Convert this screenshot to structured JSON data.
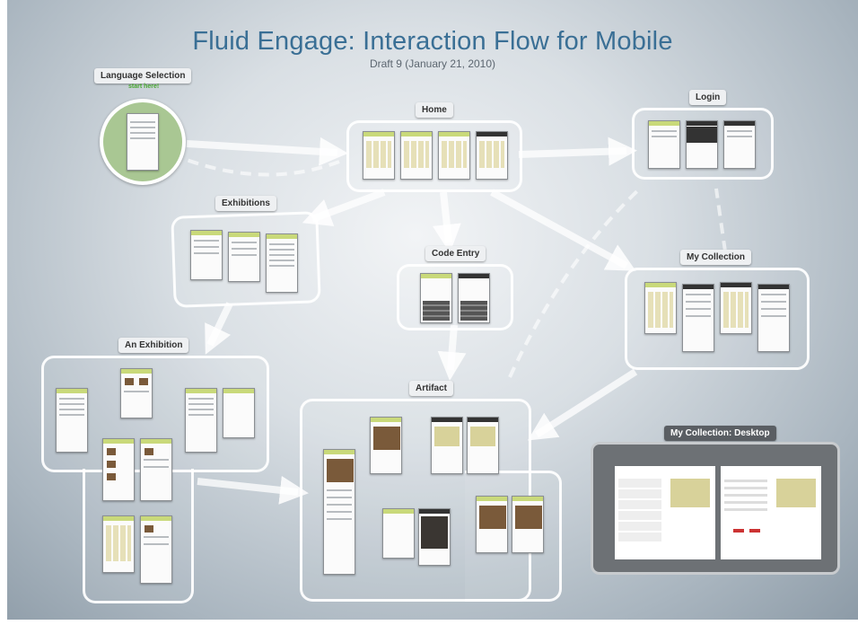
{
  "header": {
    "title": "Fluid Engage: Interaction Flow for Mobile",
    "subtitle": "Draft 9 (January 21, 2010)"
  },
  "groups": {
    "language_selection": {
      "label": "Language Selection",
      "hint": "start here!"
    },
    "home": {
      "label": "Home"
    },
    "login": {
      "label": "Login"
    },
    "exhibitions": {
      "label": "Exhibitions"
    },
    "code_entry": {
      "label": "Code Entry"
    },
    "my_collection": {
      "label": "My Collection"
    },
    "an_exhibition": {
      "label": "An Exhibition"
    },
    "artifact": {
      "label": "Artifact"
    },
    "my_collection_desktop": {
      "label": "My Collection: Desktop"
    }
  },
  "colors": {
    "title": "#3a6f95",
    "frame": "#ffffff",
    "accent_bar": "#c9d97a",
    "start_hint": "#49a832",
    "language_circle": "#a9c793"
  }
}
